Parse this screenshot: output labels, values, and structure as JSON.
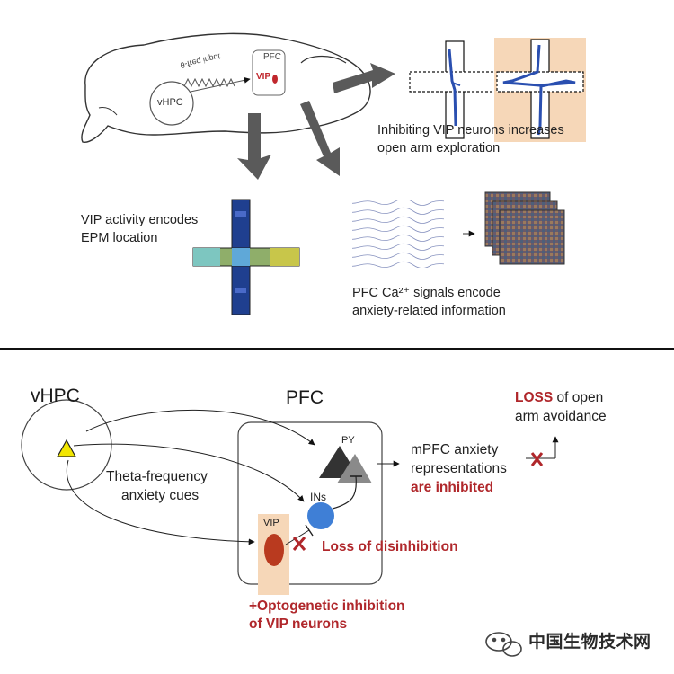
{
  "top_panel": {
    "brain": {
      "vhpc_label": "vHPC",
      "pfc_label": "PFC",
      "vip_label": "VIP",
      "wave_label": "θ-freq input"
    },
    "result_inhibit": {
      "line1": "Inhibiting VIP neurons increases",
      "line2": "open arm exploration"
    },
    "result_encode": {
      "line1": "VIP activity encodes",
      "line2": "EPM location"
    },
    "result_signals": {
      "line1": "PFC Ca²⁺ signals encode",
      "line2": "anxiety-related information"
    }
  },
  "bottom_panel": {
    "vhpc_title": "vHPC",
    "pfc_title": "PFC",
    "py_label": "PY",
    "ins_label": "INs",
    "vip_label": "VIP",
    "cues": {
      "line1": "Theta-frequency",
      "line2": "anxiety cues"
    },
    "mpfc": {
      "line1": "mPFC anxiety",
      "line2": "representations",
      "line3": "are inhibited"
    },
    "outcome": {
      "highlight": "LOSS",
      "rest": " of open",
      "line2": "arm avoidance"
    },
    "disinhibition": "Loss of disinhibition",
    "optogenetic": {
      "line1": "+Optogenetic inhibition",
      "line2": "of VIP neurons"
    }
  },
  "watermark": "中国生物技术网",
  "colors": {
    "accent_red": "#b0272b",
    "arrow_gray": "#5a5a5a",
    "vip_highlight": "#f6d7b8",
    "vhpc_triangle": "#f2e600",
    "interneuron_blue": "#3f7fd6"
  }
}
